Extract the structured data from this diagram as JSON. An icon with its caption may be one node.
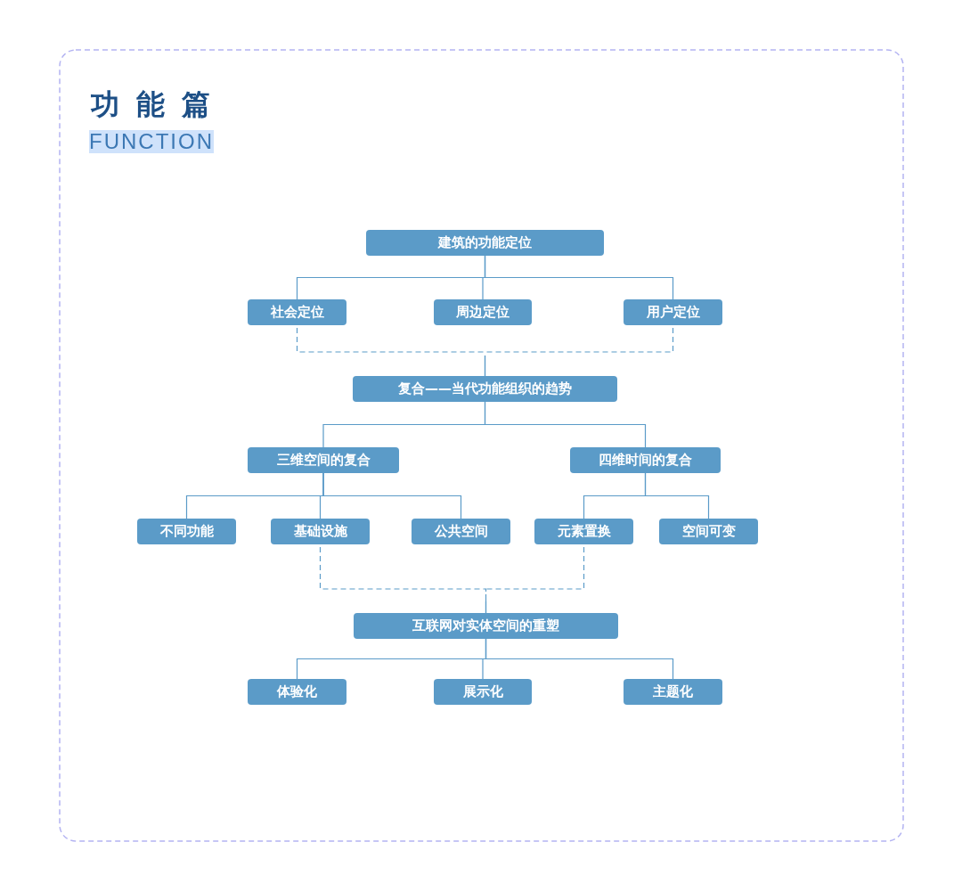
{
  "diagram": {
    "title": "功 能 篇",
    "nodes": [
      {
        "text": [
          "建筑的功能定位"
        ]
      },
      {
        "text": [
          "社会定位"
        ]
      },
      {
        "text": [
          "周边定位"
        ]
      },
      {
        "text": [
          "用户定位"
        ]
      },
      {
        "text": [
          "复合——当代功能组织的趋势"
        ]
      },
      {
        "text": [
          "三维空间的复合"
        ]
      },
      {
        "text": [
          "四维时间的复合"
        ]
      },
      {
        "text": [
          "不同功能"
        ]
      },
      {
        "text": [
          "基础设施"
        ]
      },
      {
        "text": [
          "公共空间"
        ]
      },
      {
        "text": [
          "元素置换"
        ]
      },
      {
        "text": [
          "空间可变"
        ]
      },
      {
        "text": [
          "互联网对实体空间的重塑"
        ]
      },
      {
        "text": [
          "体验化"
        ]
      },
      {
        "text": [
          "展示化"
        ]
      },
      {
        "text": [
          "主题化"
        ]
      }
    ],
    "edges": [
      {
        "from": 0,
        "to": 1,
        "arrow": "none"
      },
      {
        "from": 0,
        "to": 2,
        "arrow": "none"
      },
      {
        "from": 0,
        "to": 3,
        "arrow": "none"
      },
      {
        "from": 1,
        "to": 4,
        "arrow": "none",
        "style": "dashed"
      },
      {
        "from": 3,
        "to": 4,
        "arrow": "none",
        "style": "dashed"
      },
      {
        "from": 4,
        "to": 5,
        "arrow": "none"
      },
      {
        "from": 4,
        "to": 6,
        "arrow": "none"
      },
      {
        "from": 5,
        "to": 7,
        "arrow": "none"
      },
      {
        "from": 5,
        "to": 8,
        "arrow": "none"
      },
      {
        "from": 5,
        "to": 9,
        "arrow": "none"
      },
      {
        "from": 6,
        "to": 10,
        "arrow": "none"
      },
      {
        "from": 6,
        "to": 11,
        "arrow": "none"
      },
      {
        "from": 8,
        "to": 12,
        "arrow": "none",
        "style": "dashed"
      },
      {
        "from": 10,
        "to": 12,
        "arrow": "none",
        "style": "dashed"
      },
      {
        "from": 12,
        "to": 13,
        "arrow": "none"
      },
      {
        "from": 12,
        "to": 14,
        "arrow": "none"
      },
      {
        "from": 12,
        "to": 15,
        "arrow": "none"
      }
    ],
    "labels": [
      "FUNCTION"
    ]
  }
}
